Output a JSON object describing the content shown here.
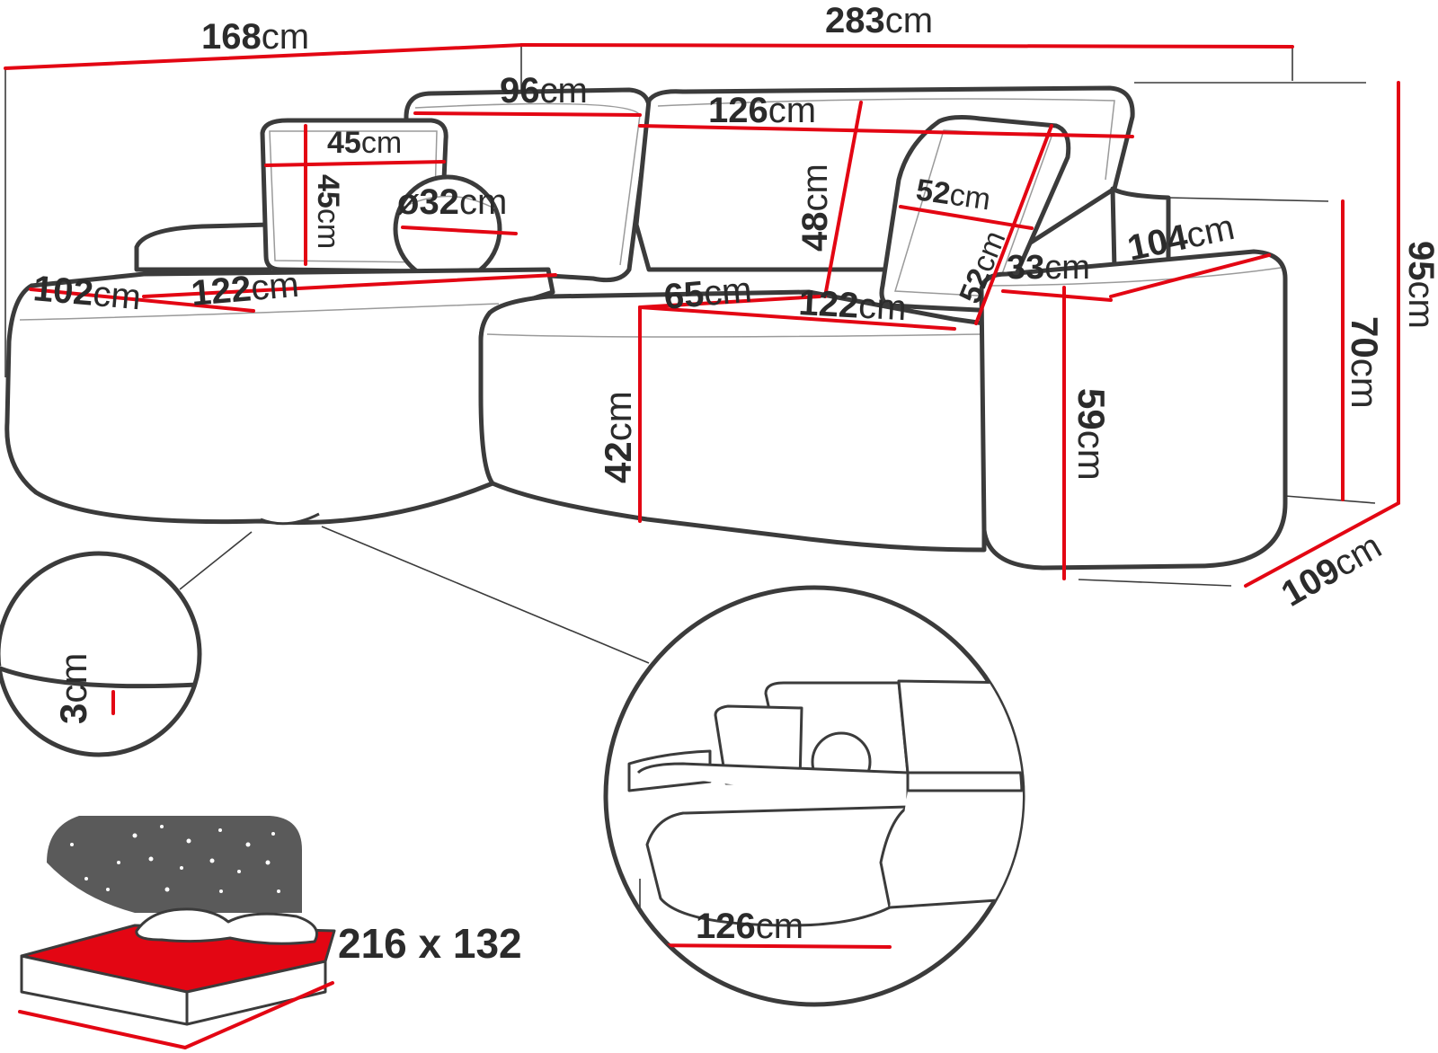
{
  "units": "cm",
  "dimensions": {
    "total_left_width": "168",
    "total_width": "283",
    "back_cushion_left_width": "96",
    "back_cushion_right_width": "126",
    "small_pillow_width": "45",
    "small_pillow_height": "45",
    "round_pillow_diameter_symbol": "ø",
    "round_pillow_diameter": "32",
    "back_cushion_height": "48",
    "square_pillow_width": "52",
    "square_pillow_height": "52",
    "armrest_width": "33",
    "armrest_length": "104",
    "chaise_width": "102",
    "chaise_seat_length": "122",
    "seat_depth": "65",
    "seat_length": "122",
    "seat_height": "42",
    "armrest_height": "59",
    "backrest_height": "70",
    "total_height": "95",
    "total_depth": "109",
    "leg_height": "3",
    "chaise_base_length": "126"
  },
  "bed": {
    "size": "216 x 132"
  },
  "colors": {
    "measure_line": "#e30613",
    "outline": "#3b3b3b",
    "night_sky": "#5a5a5a",
    "mattress": "#e30613"
  }
}
